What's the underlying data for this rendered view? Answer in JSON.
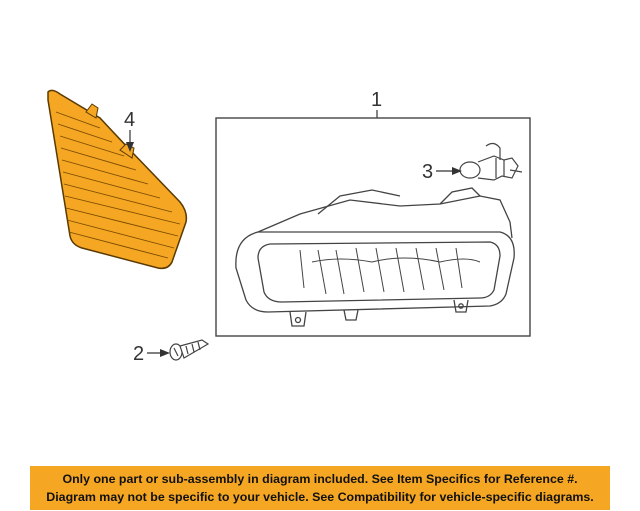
{
  "callouts": {
    "part_1": "1",
    "part_2": "2",
    "part_3": "3",
    "part_4": "4"
  },
  "banner": {
    "line1": "Only one part or sub-assembly in diagram included. See Item Specifics for Reference #.",
    "line2": "Diagram may not be specific to your vehicle. See Compatibility for vehicle-specific diagrams."
  },
  "colors": {
    "highlight_part": "#f5a623",
    "banner_background": "#f5a623",
    "line_art": "#444444"
  }
}
